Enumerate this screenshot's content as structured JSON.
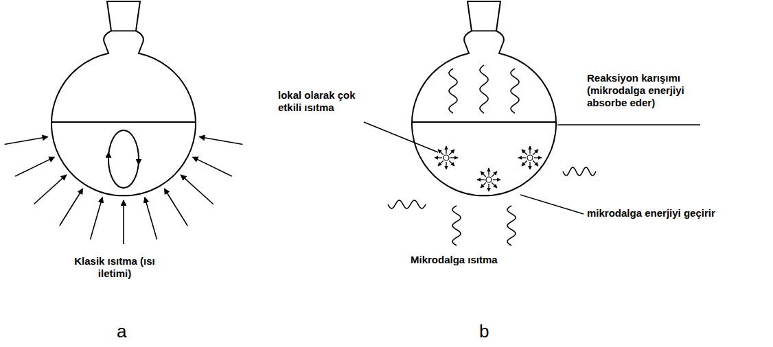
{
  "diagram": {
    "labels": [
      "lokal olarak çok etkili ısıtma",
      "Reaksiyon karışımı (mikrodalga enerjiyi absorbe eder)",
      "Klasik ısıtma (ısı iletimi)",
      "mikrodalga enerjiyi geçirir",
      "Mikrodalga ısıtma",
      "a",
      "b"
    ]
  }
}
